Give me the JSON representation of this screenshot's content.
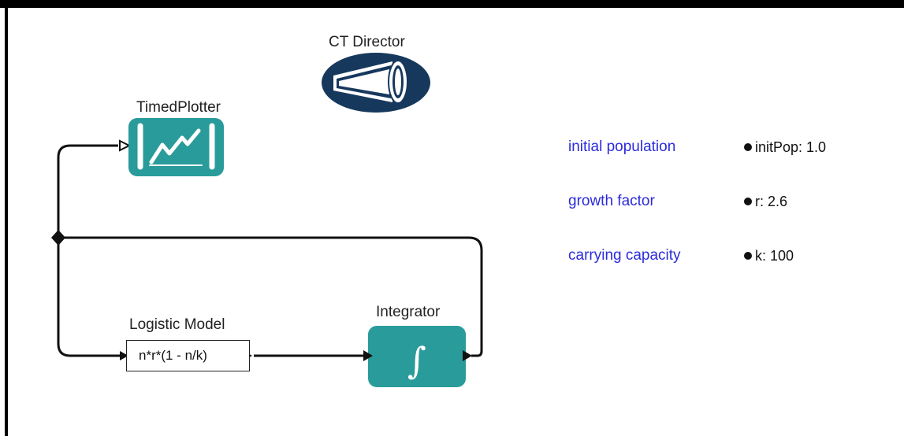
{
  "colors": {
    "actor_fill": "#2a9b9b",
    "director_fill": "#17385d",
    "param_label": "#2b2bdc",
    "wire": "#111111",
    "frame": "#000000"
  },
  "director": {
    "label": "CT Director",
    "icon": "megaphone-icon"
  },
  "actors": {
    "timed_plotter": {
      "label": "TimedPlotter",
      "icon": "line-chart-icon"
    },
    "logistic_model": {
      "label": "Logistic Model",
      "expression": "n*r*(1 - n/k)"
    },
    "integrator": {
      "label": "Integrator",
      "icon": "integral-icon",
      "symbol": "∫"
    }
  },
  "parameters": [
    {
      "label": "initial population",
      "value": "initPop: 1.0"
    },
    {
      "label": "growth factor",
      "value": "r: 2.6"
    },
    {
      "label": "carrying capacity",
      "value": "k: 100"
    }
  ]
}
